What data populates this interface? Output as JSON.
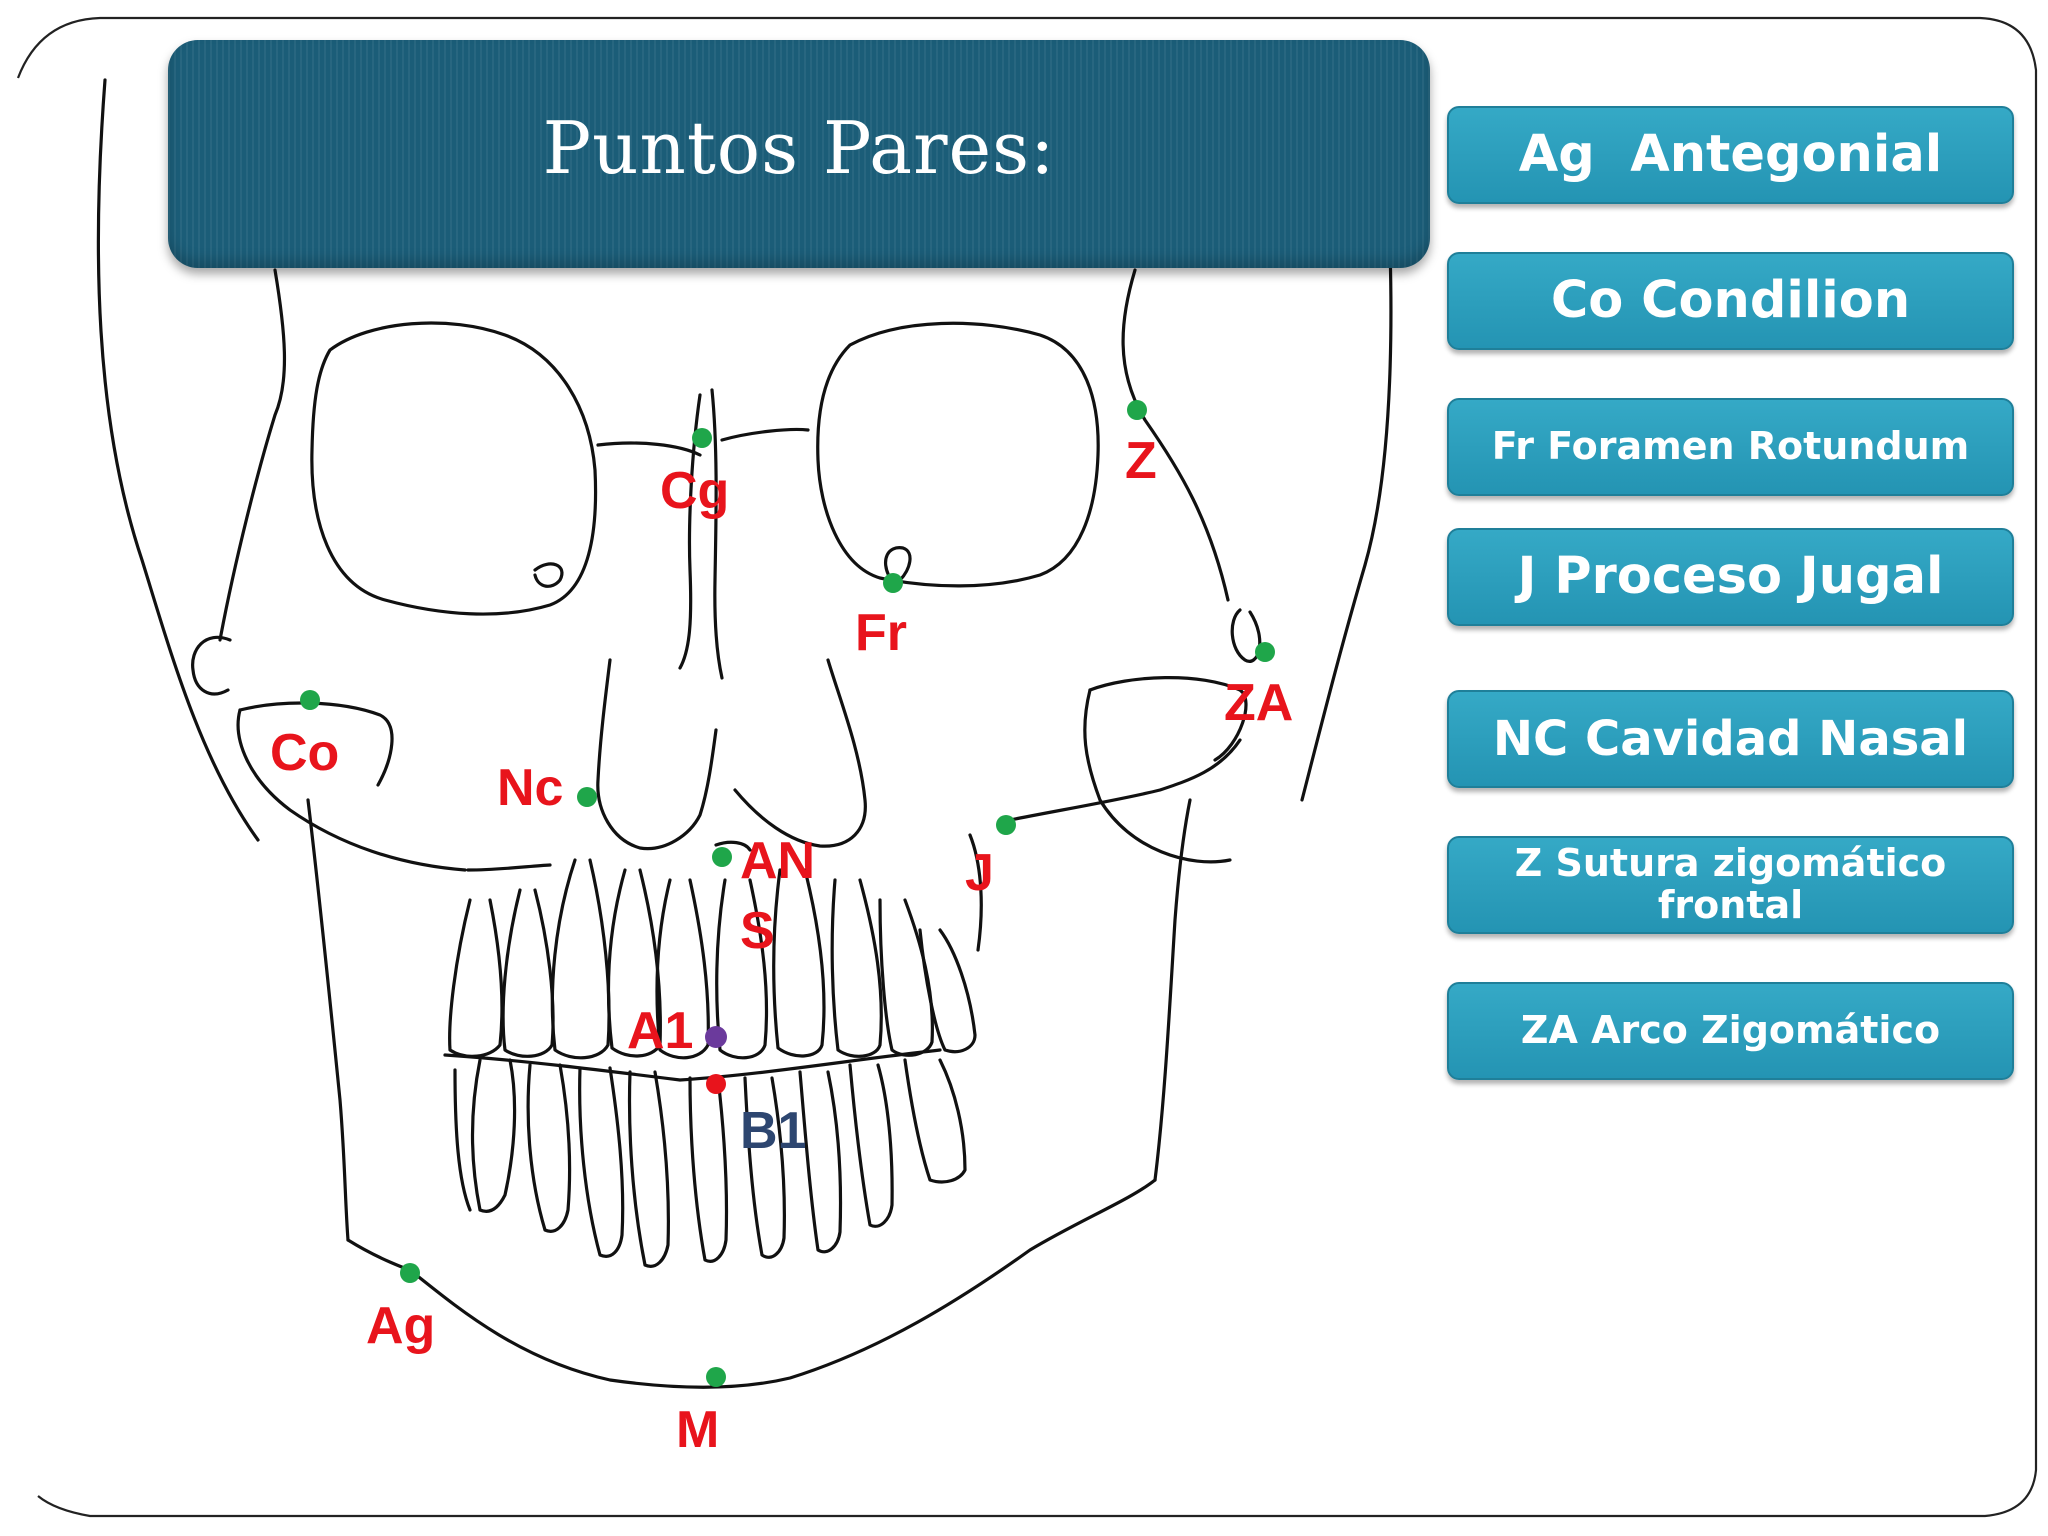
{
  "title": "Puntos Pares:",
  "legend": [
    {
      "label": "Ag  Antegonial"
    },
    {
      "label": "Co Condilion"
    },
    {
      "label": "Fr Foramen Rotundum"
    },
    {
      "label": "J Proceso Jugal"
    },
    {
      "label": "NC Cavidad Nasal"
    },
    {
      "label": "Z Sutura zigomático frontal"
    },
    {
      "label": "ZA Arco Zigomático"
    }
  ],
  "landmarks": [
    {
      "label": "Cg"
    },
    {
      "label": "Z"
    },
    {
      "label": "Fr"
    },
    {
      "label": "ZA"
    },
    {
      "label": "Co"
    },
    {
      "label": "Nc"
    },
    {
      "label": "AN"
    },
    {
      "label": "S"
    },
    {
      "label": "J"
    },
    {
      "label": "A1"
    },
    {
      "label": "B1"
    },
    {
      "label": "Ag"
    },
    {
      "label": "M"
    }
  ],
  "colors": {
    "banner": "#1b5d78",
    "legend_box": "#2a9dbd",
    "landmark_label": "#e8141c",
    "landmark_dot": "#1fa64a",
    "b1_label": "#2d4670",
    "a1_dot": "#6b3a9c",
    "b1_dot": "#e8141c",
    "line": "#111111"
  }
}
